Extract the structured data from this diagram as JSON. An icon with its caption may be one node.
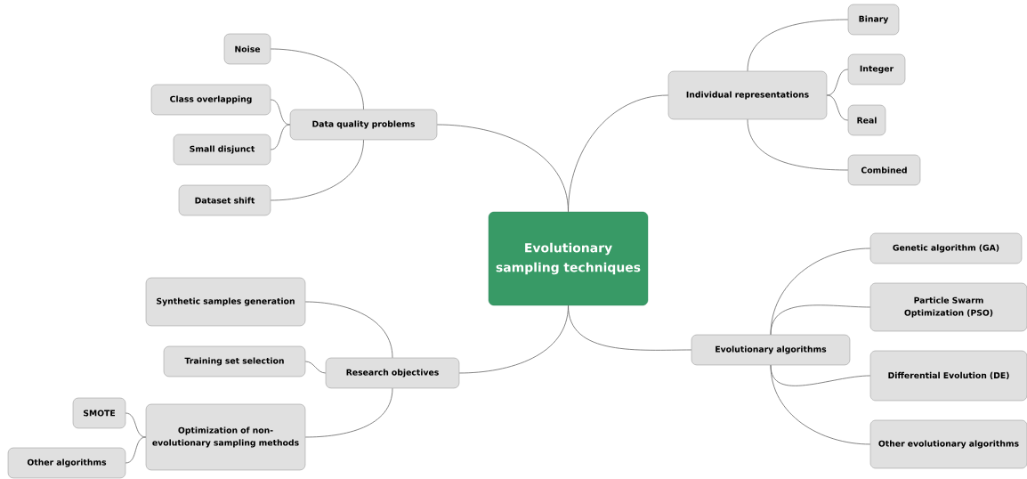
{
  "diagram": {
    "nodes": [
      {
        "text": [
          "Evolutionary sampling techniques"
        ]
      },
      {
        "text": [
          "Data quality problems"
        ]
      },
      {
        "text": [
          "Noise"
        ]
      },
      {
        "text": [
          "Class overlapping"
        ]
      },
      {
        "text": [
          "Small disjunct"
        ]
      },
      {
        "text": [
          "Dataset shift"
        ]
      },
      {
        "text": [
          "Individual representations"
        ]
      },
      {
        "text": [
          "Binary"
        ]
      },
      {
        "text": [
          "Integer"
        ]
      },
      {
        "text": [
          "Real"
        ]
      },
      {
        "text": [
          "Combined"
        ]
      },
      {
        "text": [
          "Research objectives"
        ]
      },
      {
        "text": [
          "Synthetic samples generation"
        ]
      },
      {
        "text": [
          "Training set selection"
        ]
      },
      {
        "text": [
          "Optimization of non-evolutionary sampling methods"
        ]
      },
      {
        "text": [
          "SMOTE"
        ]
      },
      {
        "text": [
          "Other algorithms"
        ]
      },
      {
        "text": [
          "Evolutionary algorithms"
        ]
      },
      {
        "text": [
          "Genetic algorithm (GA)"
        ]
      },
      {
        "text": [
          "Particle Swarm Optimization (PSO)"
        ]
      },
      {
        "text": [
          "Differential Evolution (DE)"
        ]
      },
      {
        "text": [
          "Other evolutionary algorithms"
        ]
      }
    ],
    "edges": [
      {
        "from": 0,
        "to": 1,
        "arrow": "none"
      },
      {
        "from": 0,
        "to": 6,
        "arrow": "none"
      },
      {
        "from": 0,
        "to": 11,
        "arrow": "none"
      },
      {
        "from": 0,
        "to": 17,
        "arrow": "none"
      },
      {
        "from": 1,
        "to": 2,
        "arrow": "none"
      },
      {
        "from": 1,
        "to": 3,
        "arrow": "none"
      },
      {
        "from": 1,
        "to": 4,
        "arrow": "none"
      },
      {
        "from": 1,
        "to": 5,
        "arrow": "none"
      },
      {
        "from": 6,
        "to": 7,
        "arrow": "none"
      },
      {
        "from": 6,
        "to": 8,
        "arrow": "none"
      },
      {
        "from": 6,
        "to": 9,
        "arrow": "none"
      },
      {
        "from": 6,
        "to": 10,
        "arrow": "none"
      },
      {
        "from": 11,
        "to": 12,
        "arrow": "none"
      },
      {
        "from": 11,
        "to": 13,
        "arrow": "none"
      },
      {
        "from": 11,
        "to": 14,
        "arrow": "none"
      },
      {
        "from": 14,
        "to": 15,
        "arrow": "none"
      },
      {
        "from": 14,
        "to": 16,
        "arrow": "none"
      },
      {
        "from": 17,
        "to": 18,
        "arrow": "none"
      },
      {
        "from": 17,
        "to": 19,
        "arrow": "none"
      },
      {
        "from": 17,
        "to": 20,
        "arrow": "none"
      },
      {
        "from": 17,
        "to": 21,
        "arrow": "none"
      }
    ]
  }
}
